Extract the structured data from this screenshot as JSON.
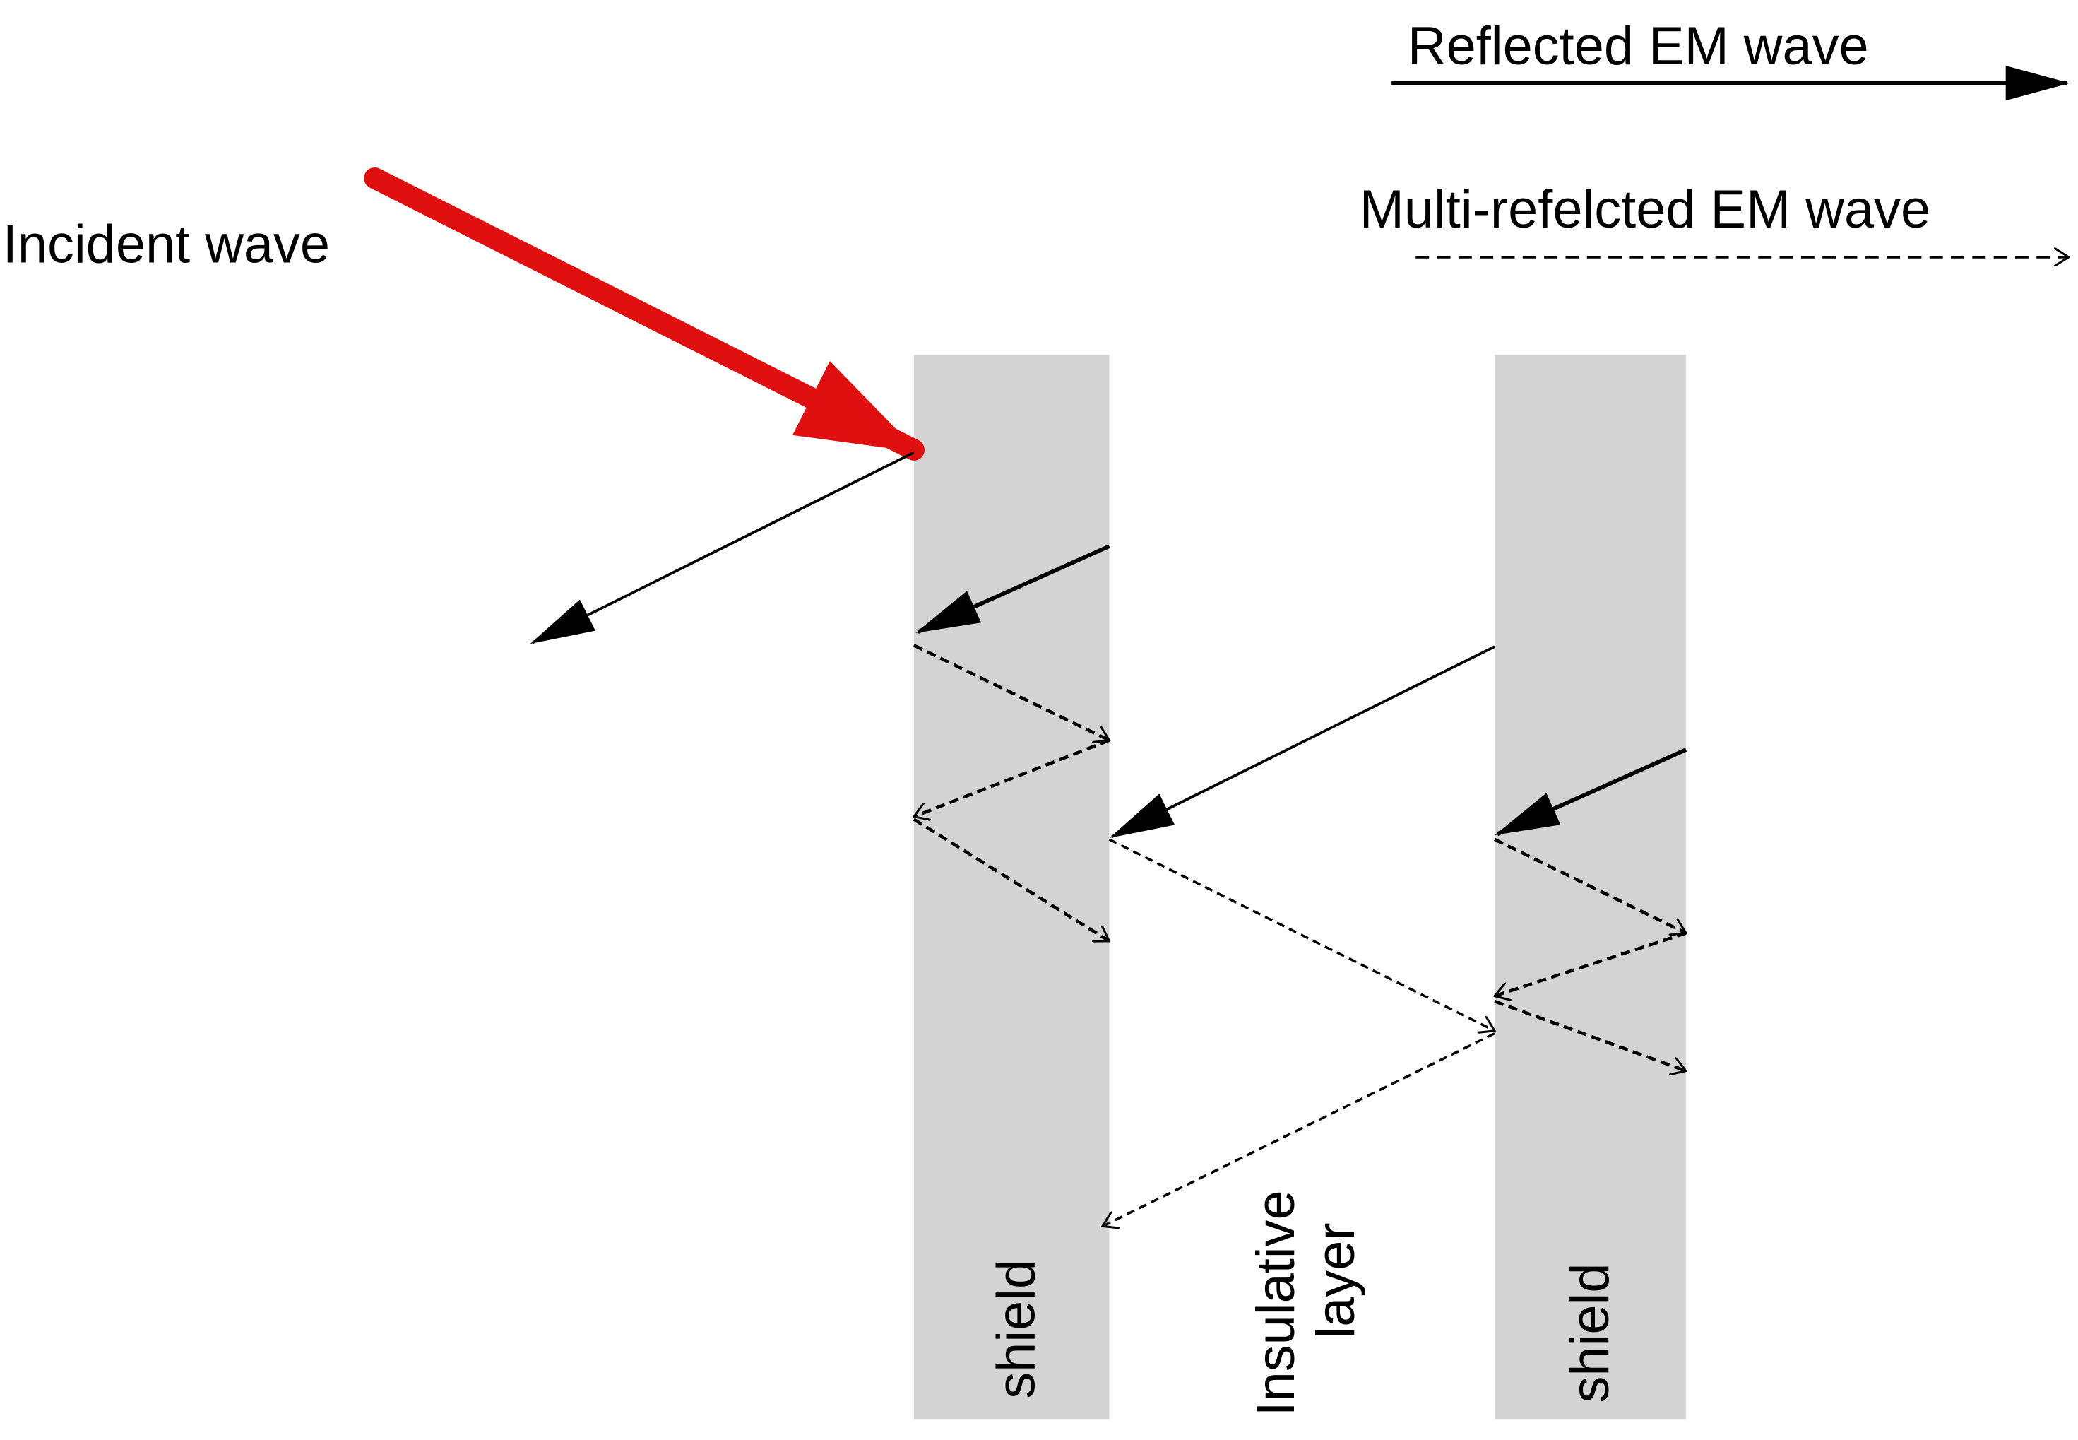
{
  "legend": {
    "reflected_label": "Reflected EM wave",
    "multi_reflected_label": "Multi-refelcted EM wave"
  },
  "labels": {
    "incident": "Incident wave",
    "insulative_line1": "Insulative",
    "insulative_line2": "layer",
    "shield_left": "shield",
    "shield_right": "shield"
  },
  "colors": {
    "shield_fill": "#d3d3d3",
    "incident_arrow": "#e01010",
    "wave_line": "#000000",
    "background": "#ffffff"
  }
}
